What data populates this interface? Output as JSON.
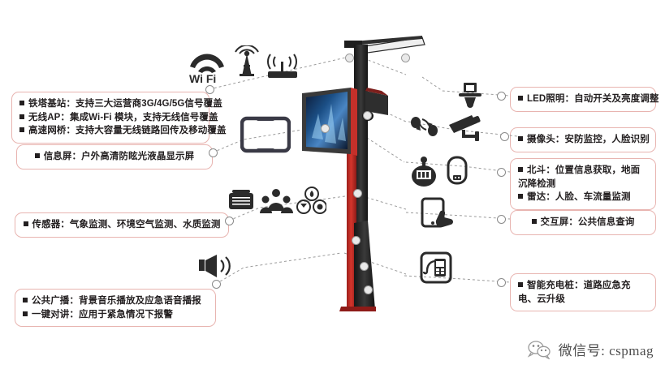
{
  "page": {
    "title": "智慧灯杆功能示意图",
    "background": "#ffffff",
    "box_border_color": "#e8b4b0",
    "text_color": "#231f20",
    "pole_red": "#c8302b",
    "pole_black": "#2b2b2b"
  },
  "left_labels": {
    "network": {
      "lines": [
        "铁塔基站：支持三大运营商3G/4G/5G信号覆盖",
        "无线AP：集成Wi-Fi 模块，支持无线信号覆盖",
        "高速网桥：支持大容量无线链路回传及移动覆盖"
      ]
    },
    "info_screen": {
      "lines": [
        "信息屏：户外高清防眩光液晶显示屏"
      ]
    },
    "sensors": {
      "lines": [
        "传感器：气象监测、环境空气监测、水质监测"
      ]
    },
    "broadcast": {
      "lines": [
        "公共广播：背景音乐播放及应急语音播报",
        "一键对讲：应用于紧急情况下报警"
      ]
    }
  },
  "right_labels": {
    "led": {
      "lines": [
        "LED照明：自动开关及亮度调整"
      ]
    },
    "camera": {
      "lines": [
        "摄像头：安防监控，人脸识别"
      ]
    },
    "beidou_radar": {
      "lines": [
        "北斗：位置信息获取，地面沉降检测",
        "雷达：人脸、车流量监测"
      ]
    },
    "interactive_screen": {
      "lines": [
        "交互屏：公共信息查询"
      ]
    },
    "charging": {
      "lines": [
        "智能充电桩：道路应急充电、云升级"
      ]
    }
  },
  "icons": {
    "wifi": "wifi-icon",
    "wifi_text": "Wi Fi",
    "antenna": "cell-tower-icon",
    "router": "wireless-router-icon",
    "display_panel": "display-screen-icon",
    "sensor_box": "sensor-device-icon",
    "people_group": "people-group-icon",
    "environment_cluster": "environment-monitor-icon",
    "speaker": "loudspeaker-icon",
    "led_lamp": "led-ceiling-lamp-icon",
    "face_recognition": "face-recognition-icon",
    "security_camera": "security-camera-icon",
    "beidou_satellite": "satellite-beidou-icon",
    "radar_sensor": "radar-sensor-icon",
    "touch_tablet": "touch-tablet-icon",
    "charging_pile": "charging-pile-icon"
  },
  "footer": {
    "wechat_icon": "wechat-icon",
    "wechat_label": "微信号: cspmag"
  }
}
